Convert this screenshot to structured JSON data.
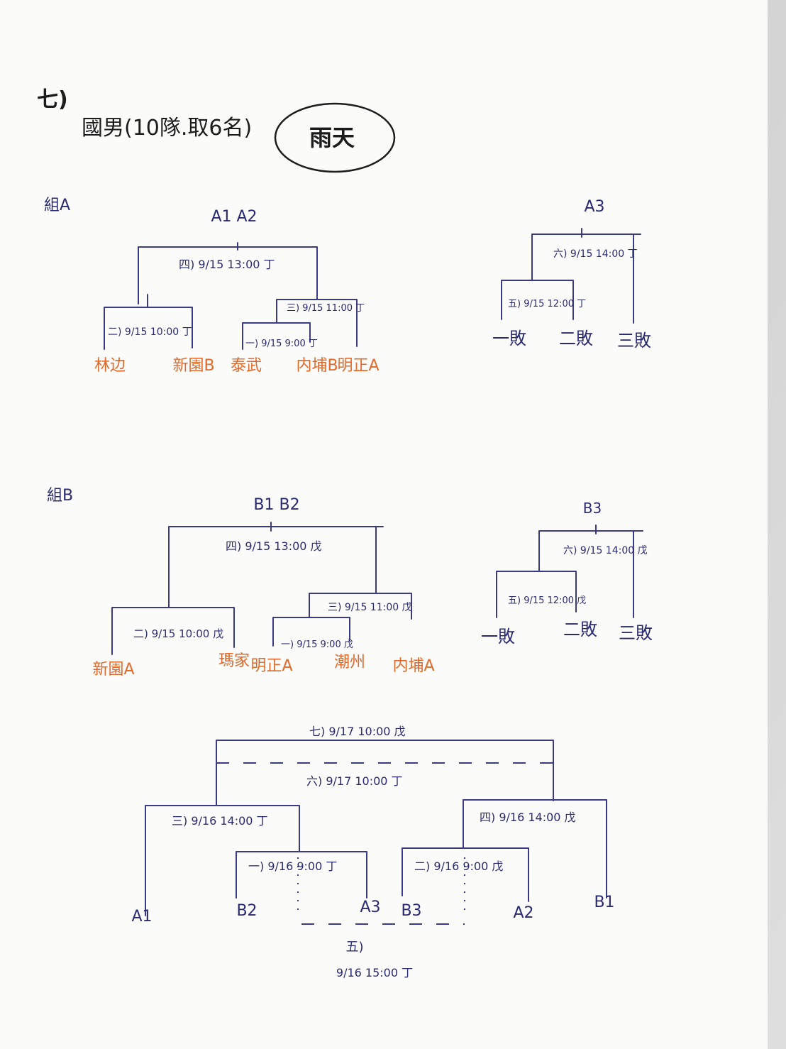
{
  "header": {
    "section_no": "七)",
    "title": "國男(10隊.取6名)",
    "rain_note": "雨天"
  },
  "group_a": {
    "label": "組A",
    "main_title": "A1 A2",
    "third_title": "A3",
    "m4": "四) 9/15 13:00 丁",
    "m2": "二) 9/15 10:00 丁",
    "m3": "三) 9/15 11:00 丁",
    "m1": "一) 9/15 9:00 丁",
    "m6": "六) 9/15 14:00 丁",
    "m5": "五) 9/15 12:00 丁",
    "teams": [
      "林边",
      "新園B",
      "泰武",
      "内埔B",
      "明正A"
    ],
    "losers": [
      "一敗",
      "二敗",
      "三敗"
    ]
  },
  "group_b": {
    "label": "組B",
    "main_title": "B1 B2",
    "third_title": "B3",
    "m4": "四) 9/15 13:00 戊",
    "m2": "二) 9/15 10:00 戊",
    "m3": "三) 9/15 11:00 戊",
    "m1": "一) 9/15 9:00 戊",
    "m6": "六) 9/15 14:00 戊",
    "m5": "五) 9/15 12:00 戊",
    "teams": [
      "新園A",
      "瑪家",
      "明正A",
      "潮州",
      "内埔A"
    ],
    "losers": [
      "一敗",
      "二敗",
      "三敗"
    ]
  },
  "finals": {
    "m7": "七) 9/17 10:00 戊",
    "m6": "六) 9/17 10:00 丁",
    "m3": "三) 9/16 14:00 丁",
    "m4": "四) 9/16 14:00 戊",
    "m1": "一) 9/16 9:00 丁",
    "m2": "二) 9/16 9:00 戊",
    "m5_no": "五)",
    "m5_time": "9/16 15:00 丁",
    "slots": [
      "A1",
      "B2",
      "A3",
      "B3",
      "A2",
      "B1"
    ]
  },
  "colors": {
    "ink": "#2a2a72",
    "team_orange": "#e2692a",
    "paper": "#fbfbf9"
  }
}
